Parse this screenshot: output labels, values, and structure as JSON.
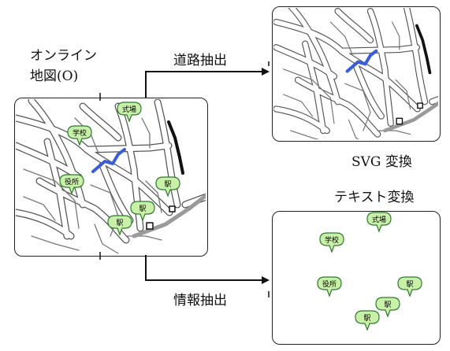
{
  "source_map": {
    "title_line1": "オンライン",
    "title_line2": "地図(O)"
  },
  "arrows": {
    "road_extraction": "道路抽出",
    "info_extraction": "情報抽出"
  },
  "outputs": {
    "svg_conversion": "SVG 変換",
    "text_conversion": "テキスト変換"
  },
  "pois": [
    "式場",
    "学校",
    "役所",
    "駅",
    "駅",
    "駅"
  ],
  "colors": {
    "road_highlight": "#3a5ed8",
    "poi_fill": "#c8f0a8",
    "poi_stroke": "#2d7a2d",
    "road_gray": "#9a9a9a",
    "rail": "#111111"
  }
}
